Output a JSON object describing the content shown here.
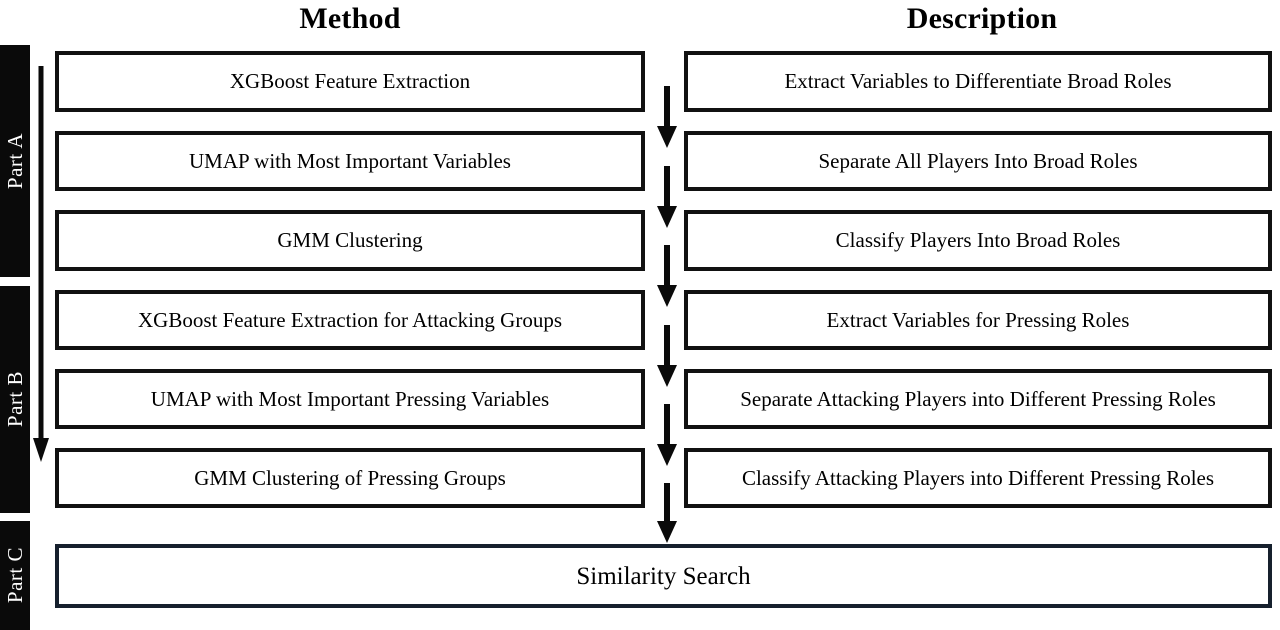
{
  "headers": {
    "method": "Method",
    "description": "Description"
  },
  "parts": [
    {
      "id": "part-a",
      "label": "Part A"
    },
    {
      "id": "part-b",
      "label": "Part B"
    },
    {
      "id": "part-c",
      "label": "Part C"
    }
  ],
  "rows": [
    {
      "method": "XGBoost Feature Extraction",
      "description": "Extract Variables to Differentiate Broad Roles"
    },
    {
      "method": "UMAP with Most Important Variables",
      "description": "Separate All Players Into Broad Roles"
    },
    {
      "method": "GMM Clustering",
      "description": "Classify Players Into Broad Roles"
    },
    {
      "method": "XGBoost Feature Extraction for Attacking Groups",
      "description": "Extract Variables for Pressing Roles"
    },
    {
      "method": "UMAP with Most Important Pressing Variables",
      "description": "Separate Attacking Players into Different Pressing Roles"
    },
    {
      "method": "GMM Clustering of Pressing Groups",
      "description": "Classify Attacking Players into Different Pressing Roles"
    }
  ],
  "final": {
    "label": "Similarity Search"
  },
  "icons": {
    "spine_arrow": "down-arrow-icon",
    "connector_arrow": "down-arrow-icon"
  },
  "colors": {
    "part_bar_background": "#0a0a0a",
    "part_bar_text": "#ffffff",
    "box_border": "#111111",
    "final_box_border": "#16202d",
    "page_background": "#ffffff",
    "text": "#000000"
  }
}
